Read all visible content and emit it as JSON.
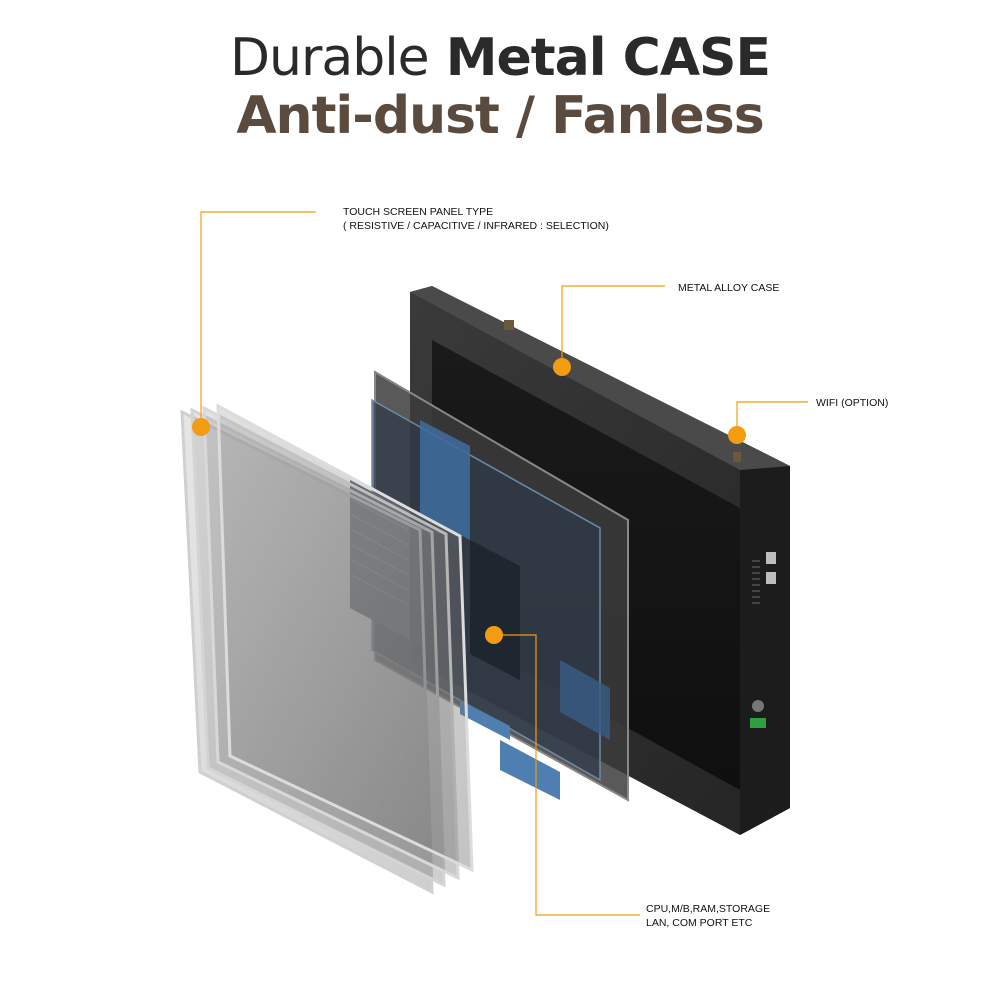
{
  "headline": {
    "line1_word1": "Durable",
    "line1_rest": "Metal CASE",
    "line2": "Anti-dust / Fanless"
  },
  "callouts": {
    "touch_panel": {
      "line1": "TOUCH SCREEN PANEL TYPE",
      "line2": "( RESISTIVE / CAPACITIVE / INFRARED : SELECTION)"
    },
    "metal_case": {
      "line1": "METAL ALLOY CASE"
    },
    "wifi": {
      "line1": "WIFI (OPTION)"
    },
    "internals": {
      "line1": "CPU,M/B,RAM,STORAGE",
      "line2": "LAN, COM PORT ETC"
    }
  },
  "colors": {
    "accent": "#f29c11",
    "case": "#2b2b2b",
    "title_dark": "#2a2a2a",
    "title_brown": "#5b4a3e"
  }
}
